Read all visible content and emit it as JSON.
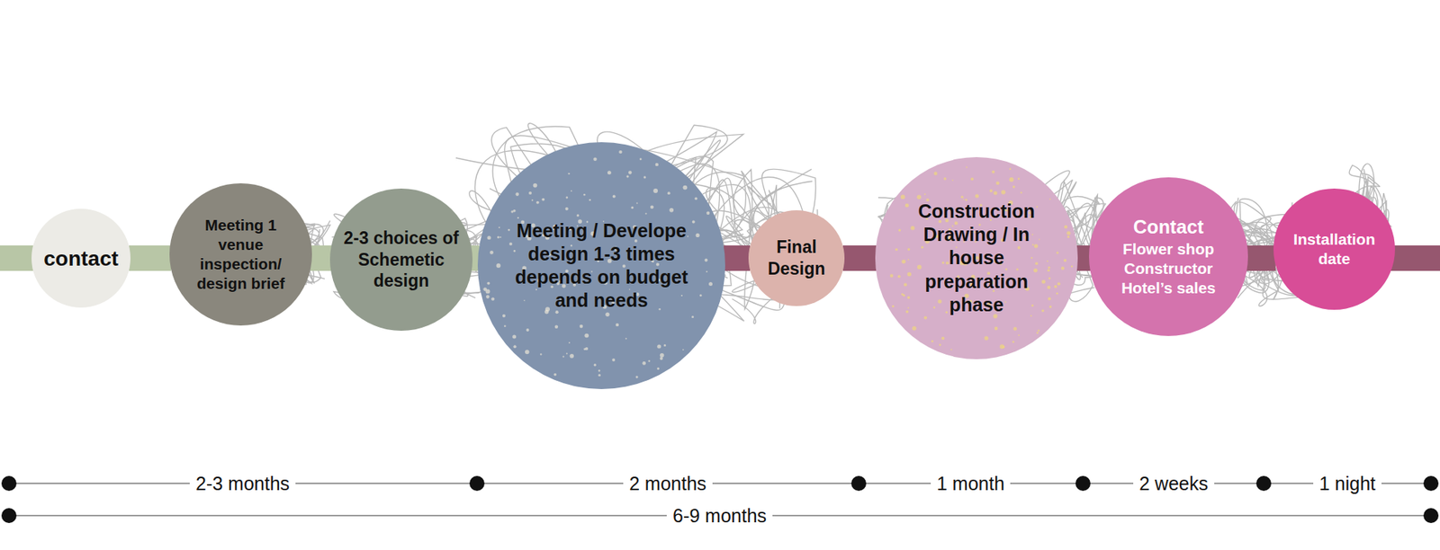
{
  "diagram": {
    "nodes": [
      {
        "text": [
          "contact"
        ]
      },
      {
        "text": [
          "Meeting 1 venue inspection/ design brief"
        ]
      },
      {
        "text": [
          "2-3  choices of Schemetic design"
        ]
      },
      {
        "text": [
          "Meeting / Develope design 1-3 times depends on budget and needs"
        ]
      },
      {
        "text": [
          "Final Design"
        ]
      },
      {
        "text": [
          "Construction Drawing / In house preparation phase"
        ]
      },
      {
        "text": [
          "Contact",
          "Flower shop Constructor Hotel’s sales"
        ]
      },
      {
        "text": [
          "Installation date"
        ]
      }
    ],
    "edges": [
      {
        "from": 0,
        "to": 1,
        "arrow": "none"
      },
      {
        "from": 1,
        "to": 2,
        "arrow": "none"
      },
      {
        "from": 2,
        "to": 3,
        "arrow": "none"
      },
      {
        "from": 3,
        "to": 4,
        "arrow": "none"
      },
      {
        "from": 4,
        "to": 5,
        "arrow": "none"
      },
      {
        "from": 5,
        "to": 6,
        "arrow": "none"
      },
      {
        "from": 6,
        "to": 7,
        "arrow": "none"
      }
    ],
    "labels": [
      "2-3 months",
      "2 months",
      "1 month",
      "2 weeks",
      "1 night",
      "6-9 months"
    ]
  }
}
